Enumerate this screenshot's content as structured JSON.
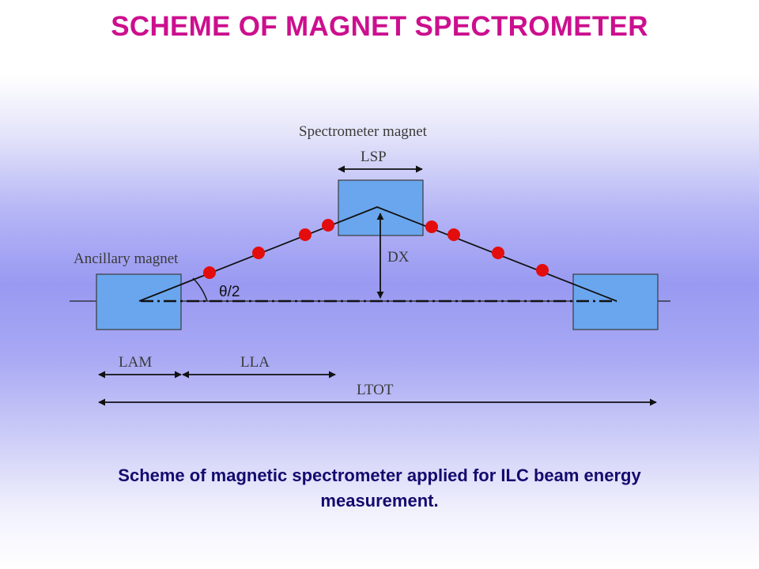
{
  "title": "SCHEME OF MAGNET SPECTROMETER",
  "diagram": {
    "labels": {
      "spectrometer_magnet": "Spectrometer magnet",
      "lsp": "LSP",
      "ancillary_magnet": "Ancillary magnet",
      "dx": "DX",
      "theta": "θ/2",
      "lam": "LAM",
      "lla": "LLA",
      "ltot": "LTOT"
    }
  },
  "caption": {
    "line1": "Scheme of magnetic spectrometer applied for ILC beam energy",
    "line2": "measurement."
  },
  "colors": {
    "title": "#cc0f8e",
    "caption": "#140a6e",
    "magnet_fill": "#6aa6ee",
    "magnet_stroke": "#3b3b3b",
    "detector": "#e30d0d",
    "line": "#111111"
  }
}
